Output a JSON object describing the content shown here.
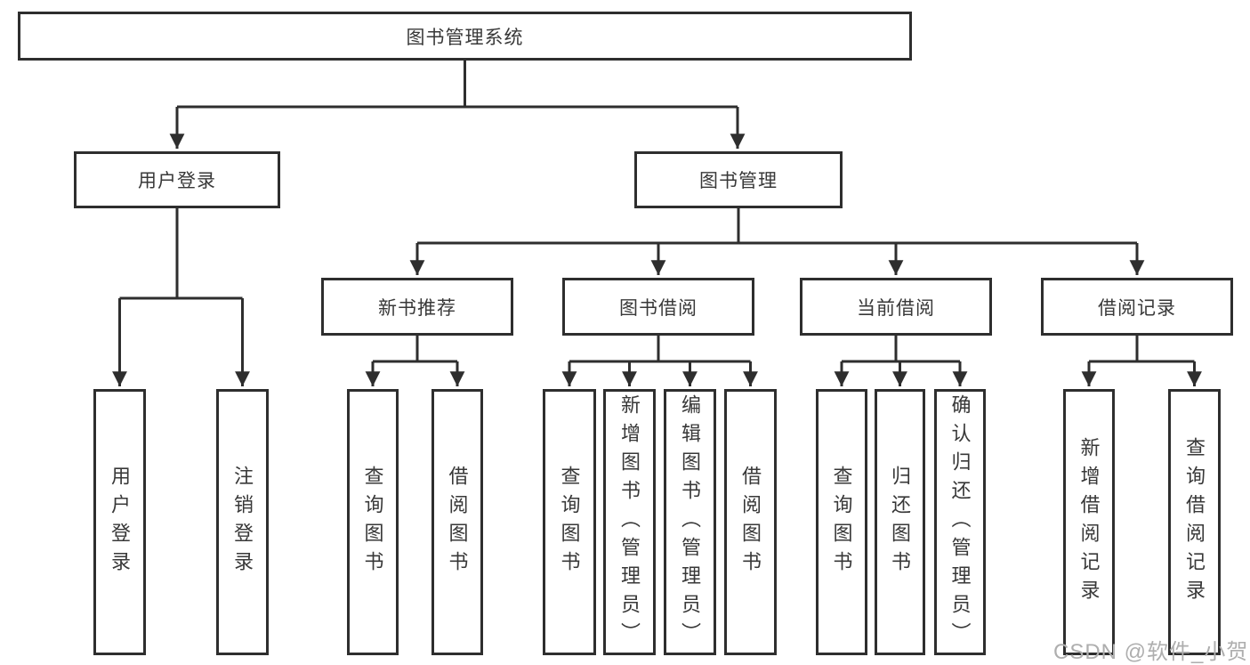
{
  "diagram": {
    "tree": {
      "label": "图书管理系统",
      "children": [
        {
          "label": "用户登录",
          "children": [
            {
              "label": "用户登录"
            },
            {
              "label": "注销登录"
            }
          ]
        },
        {
          "label": "图书管理",
          "children": [
            {
              "label": "新书推荐",
              "children": [
                {
                  "label": "查询图书"
                },
                {
                  "label": "借阅图书"
                }
              ]
            },
            {
              "label": "图书借阅",
              "children": [
                {
                  "label": "查询图书"
                },
                {
                  "label": "新增图书（管理员）"
                },
                {
                  "label": "编辑图书（管理员）"
                },
                {
                  "label": "借阅图书"
                }
              ]
            },
            {
              "label": "当前借阅",
              "children": [
                {
                  "label": "查询图书"
                },
                {
                  "label": "归还图书"
                },
                {
                  "label": "确认归还（管理员）"
                }
              ]
            },
            {
              "label": "借阅记录",
              "children": [
                {
                  "label": "新增借阅记录"
                },
                {
                  "label": "查询借阅记录"
                }
              ]
            }
          ]
        }
      ]
    },
    "colors": {
      "line": "#2e2e2e",
      "box_fill": "#ffffff",
      "text": "#383838",
      "watermark_text": "#aeaeae"
    }
  },
  "watermark": {
    "text": "CSDN @软件_小贺同学"
  }
}
